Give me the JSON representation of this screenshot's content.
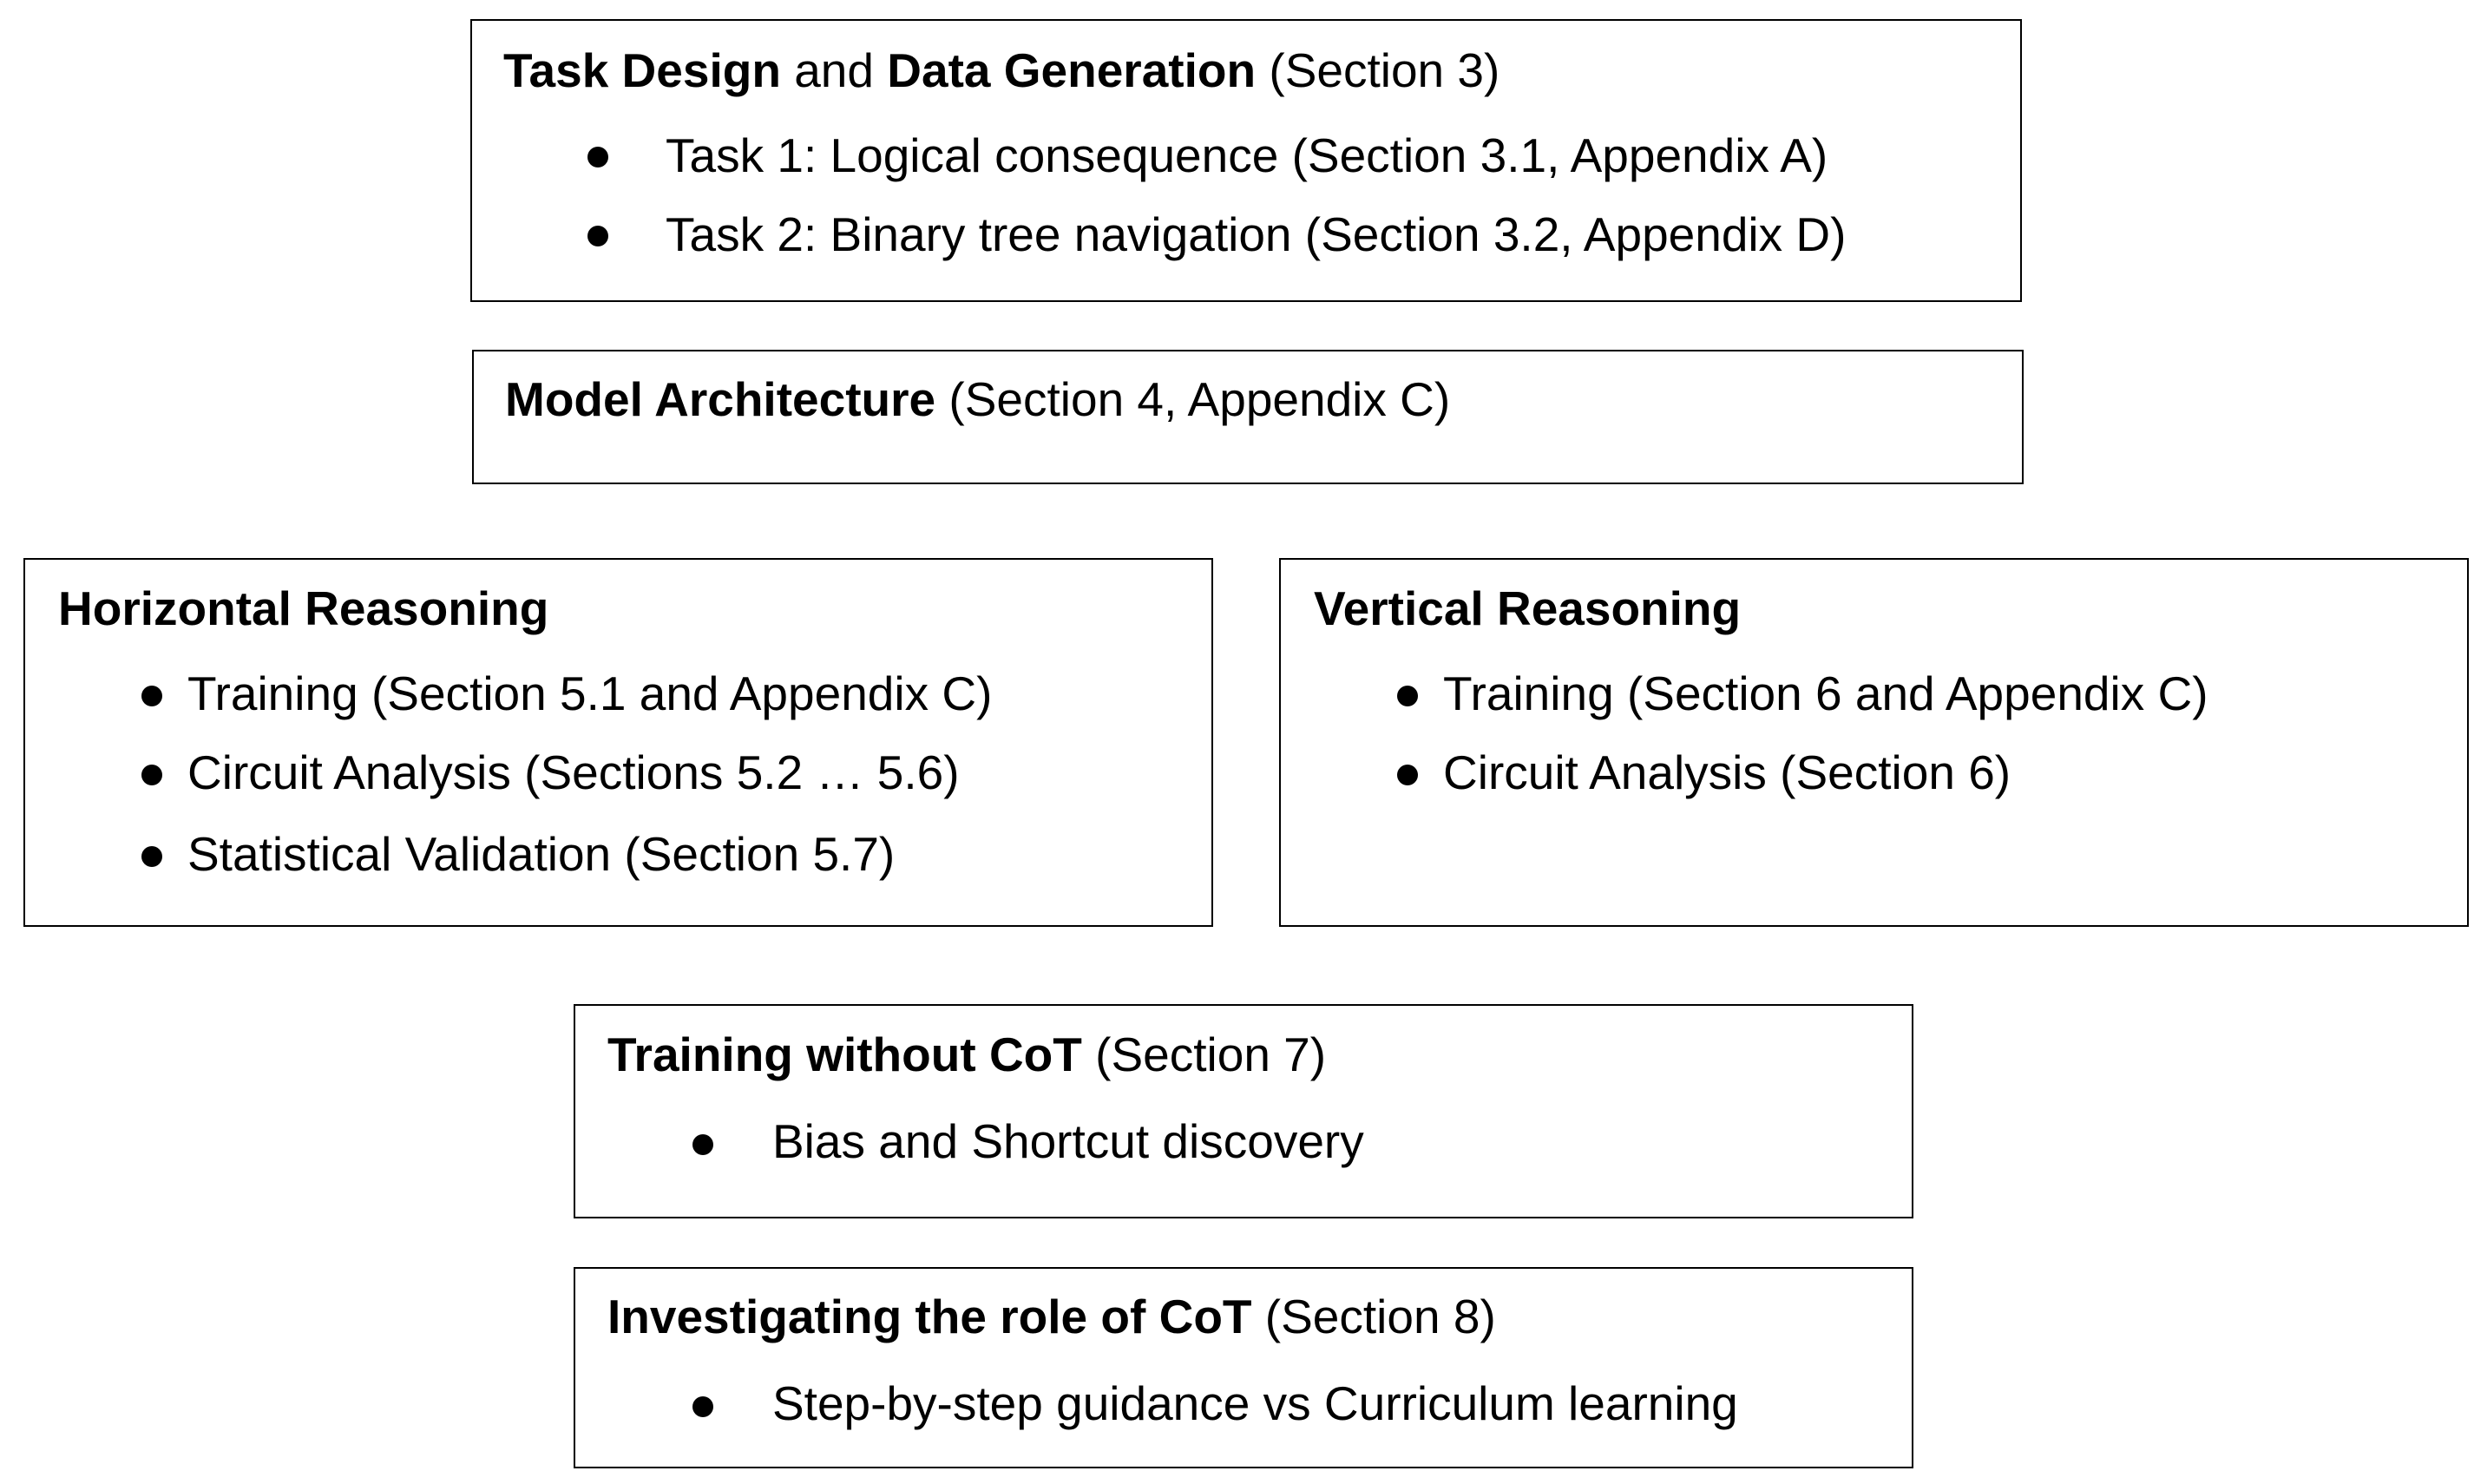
{
  "task_design": {
    "title_part1": "Task Design",
    "title_connector": " and ",
    "title_part2": "Data Generation",
    "title_suffix": " (Section 3)",
    "items": [
      "Task 1: Logical consequence (Section 3.1, Appendix A)",
      "Task 2: Binary tree navigation (Section 3.2, Appendix D)"
    ]
  },
  "model_architecture": {
    "title_bold": "Model Architecture",
    "title_suffix": " (Section 4, Appendix C)"
  },
  "horizontal_reasoning": {
    "title_bold": "Horizontal Reasoning",
    "items": [
      "Training (Section 5.1 and Appendix C)",
      "Circuit Analysis (Sections 5.2 … 5.6)",
      "Statistical Validation (Section 5.7)"
    ]
  },
  "vertical_reasoning": {
    "title_bold": "Vertical Reasoning",
    "items": [
      "Training (Section 6 and Appendix C)",
      "Circuit Analysis (Section 6)"
    ]
  },
  "training_without_cot": {
    "title_bold": "Training without CoT",
    "title_suffix": " (Section 7)",
    "items": [
      "Bias and Shortcut discovery"
    ]
  },
  "role_of_cot": {
    "title_bold": "Investigating the role of CoT",
    "title_suffix": " (Section 8)",
    "items": [
      "Step-by-step guidance vs Curriculum learning"
    ]
  }
}
